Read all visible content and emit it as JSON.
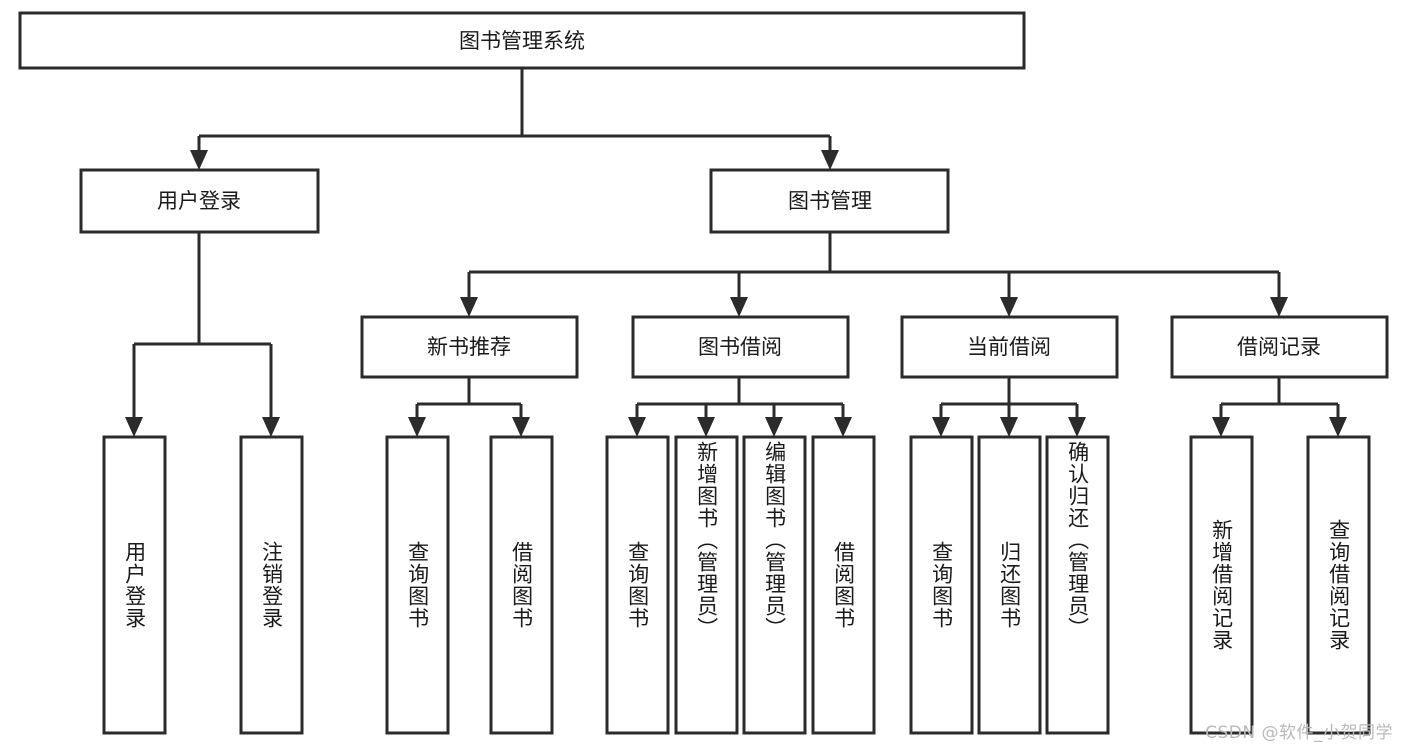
{
  "diagram": {
    "type": "tree",
    "title": "图书管理系统",
    "orientation": "top-down",
    "root": {
      "id": "root",
      "label": "图书管理系统",
      "text_direction": "horizontal"
    },
    "level2": [
      {
        "id": "user-login",
        "label": "用户登录",
        "text_direction": "horizontal"
      },
      {
        "id": "book-manage",
        "label": "图书管理",
        "text_direction": "horizontal"
      }
    ],
    "level3": [
      {
        "id": "new-book-recommend",
        "label": "新书推荐",
        "text_direction": "horizontal",
        "parent": "book-manage"
      },
      {
        "id": "book-borrow",
        "label": "图书借阅",
        "text_direction": "horizontal",
        "parent": "book-manage"
      },
      {
        "id": "current-borrow",
        "label": "当前借阅",
        "text_direction": "horizontal",
        "parent": "book-manage"
      },
      {
        "id": "borrow-record",
        "label": "借阅记录",
        "text_direction": "horizontal",
        "parent": "book-manage"
      }
    ],
    "leaves": [
      {
        "id": "leaf-user-login",
        "label": "用户登录",
        "parent": "user-login",
        "text_direction": "vertical"
      },
      {
        "id": "leaf-logout-login",
        "label": "注销登录",
        "parent": "user-login",
        "text_direction": "vertical"
      },
      {
        "id": "leaf-query-book-1",
        "label": "查询图书",
        "parent": "new-book-recommend",
        "text_direction": "vertical"
      },
      {
        "id": "leaf-borrow-book-1",
        "label": "借阅图书",
        "parent": "new-book-recommend",
        "text_direction": "vertical"
      },
      {
        "id": "leaf-query-book-2",
        "label": "查询图书",
        "parent": "book-borrow",
        "text_direction": "vertical"
      },
      {
        "id": "leaf-add-book",
        "label": "新增图书（管理员）",
        "parent": "book-borrow",
        "text_direction": "vertical"
      },
      {
        "id": "leaf-edit-book",
        "label": "编辑图书（管理员）",
        "parent": "book-borrow",
        "text_direction": "vertical"
      },
      {
        "id": "leaf-borrow-book-2",
        "label": "借阅图书",
        "parent": "book-borrow",
        "text_direction": "vertical"
      },
      {
        "id": "leaf-query-book-3",
        "label": "查询图书",
        "parent": "current-borrow",
        "text_direction": "vertical"
      },
      {
        "id": "leaf-return-book",
        "label": "归还图书",
        "parent": "current-borrow",
        "text_direction": "vertical"
      },
      {
        "id": "leaf-confirm-return",
        "label": "确认归还（管理员）",
        "parent": "current-borrow",
        "text_direction": "vertical"
      },
      {
        "id": "leaf-add-record",
        "label": "新增借阅记录",
        "parent": "borrow-record",
        "text_direction": "vertical"
      },
      {
        "id": "leaf-query-record",
        "label": "查询借阅记录",
        "parent": "borrow-record",
        "text_direction": "vertical"
      }
    ],
    "colors": {
      "stroke": "#2b2b2b",
      "fill": "#ffffff",
      "text": "#1a1a1a",
      "watermark": "#b9b9b9",
      "background": "#ffffff"
    }
  },
  "watermark": {
    "text": "CSDN @软件_小贺同学"
  }
}
